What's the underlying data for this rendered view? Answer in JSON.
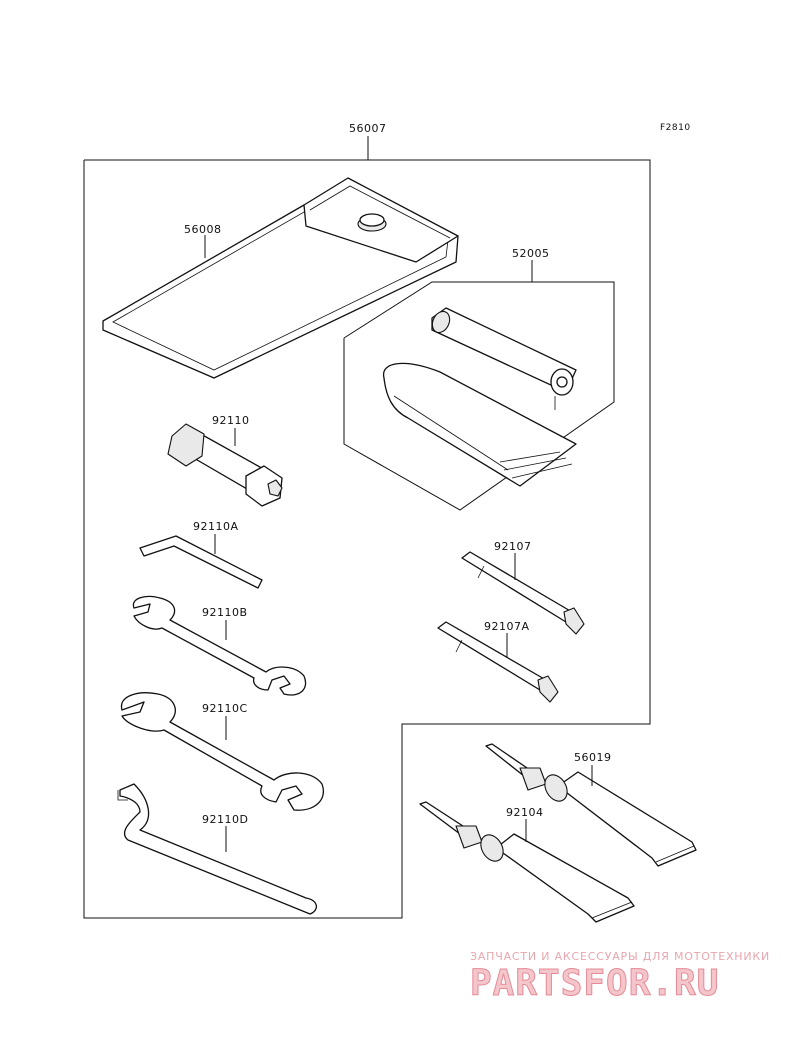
{
  "figure_code": "F2810",
  "parts": {
    "tool_kit": "56007",
    "tool_bag": "56008",
    "tire_repair_kit": "52005",
    "plug_wrench": "92110",
    "hex_wrench": "92110A",
    "wrench_b": "92110B",
    "wrench_c": "92110C",
    "hook_wrench": "92110D",
    "screwdriver_a": "92107",
    "screwdriver_b": "92107A",
    "tube_upper": "56019",
    "tube_lower": "92104"
  },
  "watermark": {
    "tagline": "ЗАПЧАСТИ И АКСЕССУАРЫ ДЛЯ МОТОТЕХНИКИ",
    "brand": "PARTSFOR.RU"
  }
}
